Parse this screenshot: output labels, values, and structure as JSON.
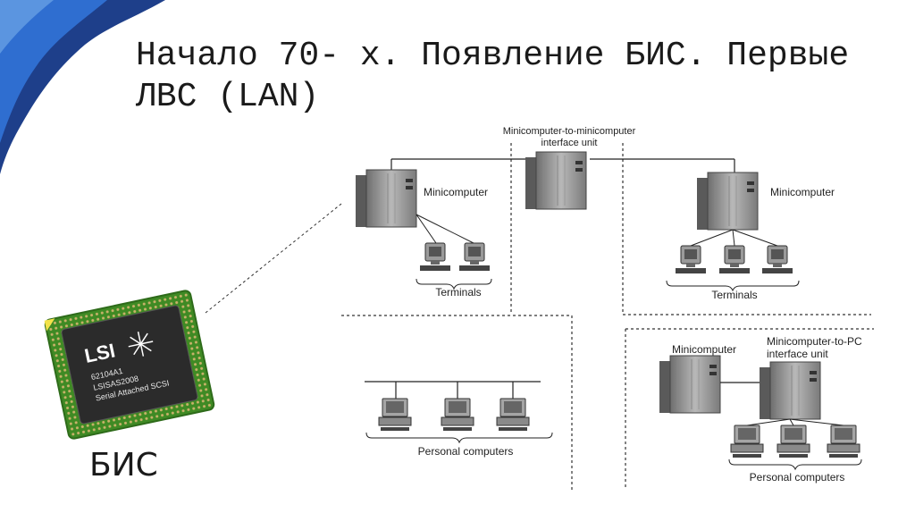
{
  "slide": {
    "title": "Начало 70- х. Появление БИС. Первые ЛВС (LAN)",
    "chip_caption": "БИС"
  },
  "chip": {
    "brand": "LSI",
    "line1": "62104A1",
    "line2": "LSISAS2008",
    "line3": "Serial Attached SCSI"
  },
  "diagram": {
    "interface_unit_label_1": "Minicomputer-to-minicomputer",
    "interface_unit_label_2": "interface unit",
    "minicomputer_left": "Minicomputer",
    "minicomputer_right": "Minicomputer",
    "terminals_left": "Terminals",
    "terminals_right": "Terminals",
    "personal_computers_left": "Personal computers",
    "minicomputer_bottom": "Minicomputer",
    "pc_interface_label_1": "Minicomputer-to-PC",
    "pc_interface_label_2": "interface unit",
    "personal_computers_right": "Personal computers"
  },
  "colors": {
    "corner_dark": "#1e3f8a",
    "corner_light": "#2f6ed0",
    "chip_board": "#4f9a2e",
    "chip_die": "#2b2b2b"
  }
}
